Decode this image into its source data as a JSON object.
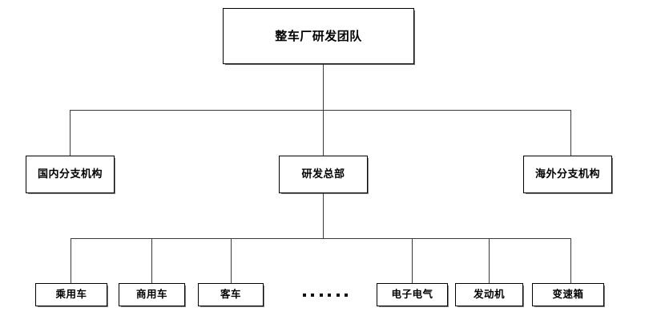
{
  "diagram": {
    "type": "org-chart",
    "title_node": "整车厂研发团队",
    "level2": [
      {
        "id": "domestic-branch",
        "label": "国内分支机构"
      },
      {
        "id": "rd-headquarters",
        "label": "研发总部"
      },
      {
        "id": "overseas-branch",
        "label": "海外分支机构"
      }
    ],
    "level3": [
      {
        "id": "passenger-vehicle",
        "label": "乘用车"
      },
      {
        "id": "commercial-vehicle",
        "label": "商用车"
      },
      {
        "id": "bus",
        "label": "客车"
      },
      {
        "id": "electronics-electrical",
        "label": "电子电气"
      },
      {
        "id": "engine",
        "label": "发动机"
      },
      {
        "id": "transmission",
        "label": "变速箱"
      }
    ],
    "ellipsis": "······",
    "colors": {
      "background": "#ffffff",
      "box_border": "#000000",
      "connector": "#3a3a3a",
      "text": "#000000"
    }
  }
}
